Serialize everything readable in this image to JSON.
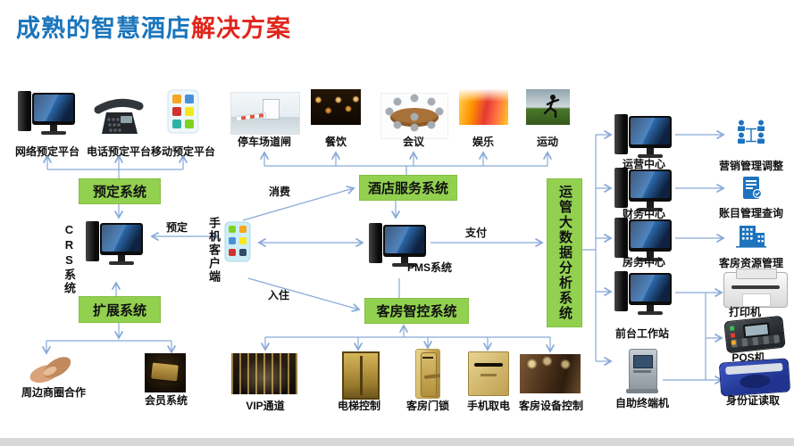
{
  "title": {
    "blue": "成熟的智慧酒店",
    "red": "解决方案"
  },
  "colors": {
    "title_blue": "#1b75bb",
    "title_red": "#e1251b",
    "system_box_green": "#92d050",
    "connector_blue": "#87a9d8",
    "mgmt_icon_blue": "#1e73be"
  },
  "boxes": {
    "booking_system": "预定系统",
    "extension_system": "扩展系统",
    "hotel_service_system": "酒店服务系统",
    "room_control_system": "客房智控系统",
    "big_data_system": "运管大数据分析系统"
  },
  "nodes": {
    "web_platform": {
      "label": "网络预定平台",
      "icon": "desktop-computer-icon"
    },
    "phone_platform": {
      "label": "电话预定平台",
      "icon": "telephone-icon"
    },
    "mobile_platform": {
      "label": "移动预定平台",
      "icon": "mobile-app-icon"
    },
    "crs_system": {
      "label": "CRS系统",
      "icon": "desktop-computer-icon"
    },
    "mobile_client": {
      "label": "手机客户端",
      "icon": "app-grid-icon"
    },
    "business_circle": {
      "label": "周边商圈合作",
      "icon": "handshake-icon"
    },
    "member_system": {
      "label": "会员系统",
      "icon": "member-card-icon"
    },
    "parking_gate": {
      "label": "停车场道闸",
      "icon": "parking-gate-image"
    },
    "dining": {
      "label": "餐饮",
      "icon": "restaurant-image"
    },
    "meeting": {
      "label": "会议",
      "icon": "meeting-table-image"
    },
    "entertainment": {
      "label": "娱乐",
      "icon": "drinks-image"
    },
    "sports": {
      "label": "运动",
      "icon": "runner-image"
    },
    "pms_system": {
      "label": "PMS系统",
      "icon": "desktop-computer-icon"
    },
    "vip_channel": {
      "label": "VIP通道",
      "icon": "vip-lobby-image"
    },
    "elevator_control": {
      "label": "电梯控制",
      "icon": "elevator-image"
    },
    "room_lock": {
      "label": "客房门锁",
      "icon": "door-lock-image"
    },
    "phone_power": {
      "label": "手机取电",
      "icon": "power-switch-image"
    },
    "room_device_control": {
      "label": "客房设备控制",
      "icon": "hotel-room-image"
    },
    "operation_center": {
      "label": "运营中心",
      "icon": "desktop-computer-icon"
    },
    "finance_center": {
      "label": "财务中心",
      "icon": "desktop-computer-icon"
    },
    "housekeeping_center": {
      "label": "房务中心",
      "icon": "desktop-computer-icon"
    },
    "front_desk": {
      "label": "前台工作站",
      "icon": "desktop-computer-icon"
    },
    "self_terminal": {
      "label": "自助终端机",
      "icon": "kiosk-icon"
    },
    "marketing_adjust": {
      "label": "营销管理调整",
      "icon": "org-people-icon"
    },
    "account_query": {
      "label": "账目管理查询",
      "icon": "document-check-icon"
    },
    "room_resource": {
      "label": "客房资源管理",
      "icon": "building-icon"
    },
    "printer": {
      "label": "打印机",
      "icon": "printer-image"
    },
    "pos_machine": {
      "label": "POS机",
      "icon": "pos-terminal-image"
    },
    "id_reader": {
      "label": "身份证读取",
      "icon": "id-card-reader-image"
    }
  },
  "flows": {
    "consume": "消费",
    "book": "预定",
    "checkin": "入住",
    "pay": "支付"
  }
}
